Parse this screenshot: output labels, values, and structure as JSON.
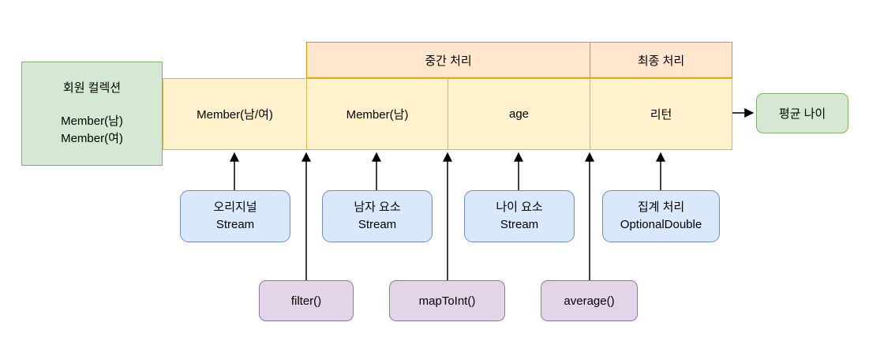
{
  "diagram": {
    "source_box": {
      "title": "회원 컬렉션",
      "members": [
        "Member(남)",
        "Member(여)"
      ]
    },
    "headers": [
      {
        "label": "중간 처리"
      },
      {
        "label": "최종 처리"
      }
    ],
    "pipeline_sections": [
      {
        "label": "Member(남/여)"
      },
      {
        "label": "Member(남)"
      },
      {
        "label": "age"
      },
      {
        "label": "리턴"
      }
    ],
    "result_box": {
      "label": "평균 나이"
    },
    "stream_boxes": [
      {
        "line1": "오리지널",
        "line2": "Stream"
      },
      {
        "line1": "남자 요소",
        "line2": "Stream"
      },
      {
        "line1": "나이 요소",
        "line2": "Stream"
      },
      {
        "line1": "집계 처리",
        "line2": "OptionalDouble"
      }
    ],
    "operation_boxes": [
      {
        "label": "filter()"
      },
      {
        "label": "mapToInt()"
      },
      {
        "label": "average()"
      }
    ],
    "colors": {
      "green_fill": "#d5e8d4",
      "green_stroke": "#82b366",
      "yellow_fill": "#fff2cc",
      "yellow_stroke": "#d6b656",
      "orange_fill": "#ffe6cc",
      "orange_stroke": "#d79b00",
      "blue_fill": "#dae8fc",
      "blue_stroke": "#6c8ebf",
      "purple_fill": "#e1d5e7",
      "purple_stroke": "#9673a6",
      "arrow": "#000000"
    }
  }
}
